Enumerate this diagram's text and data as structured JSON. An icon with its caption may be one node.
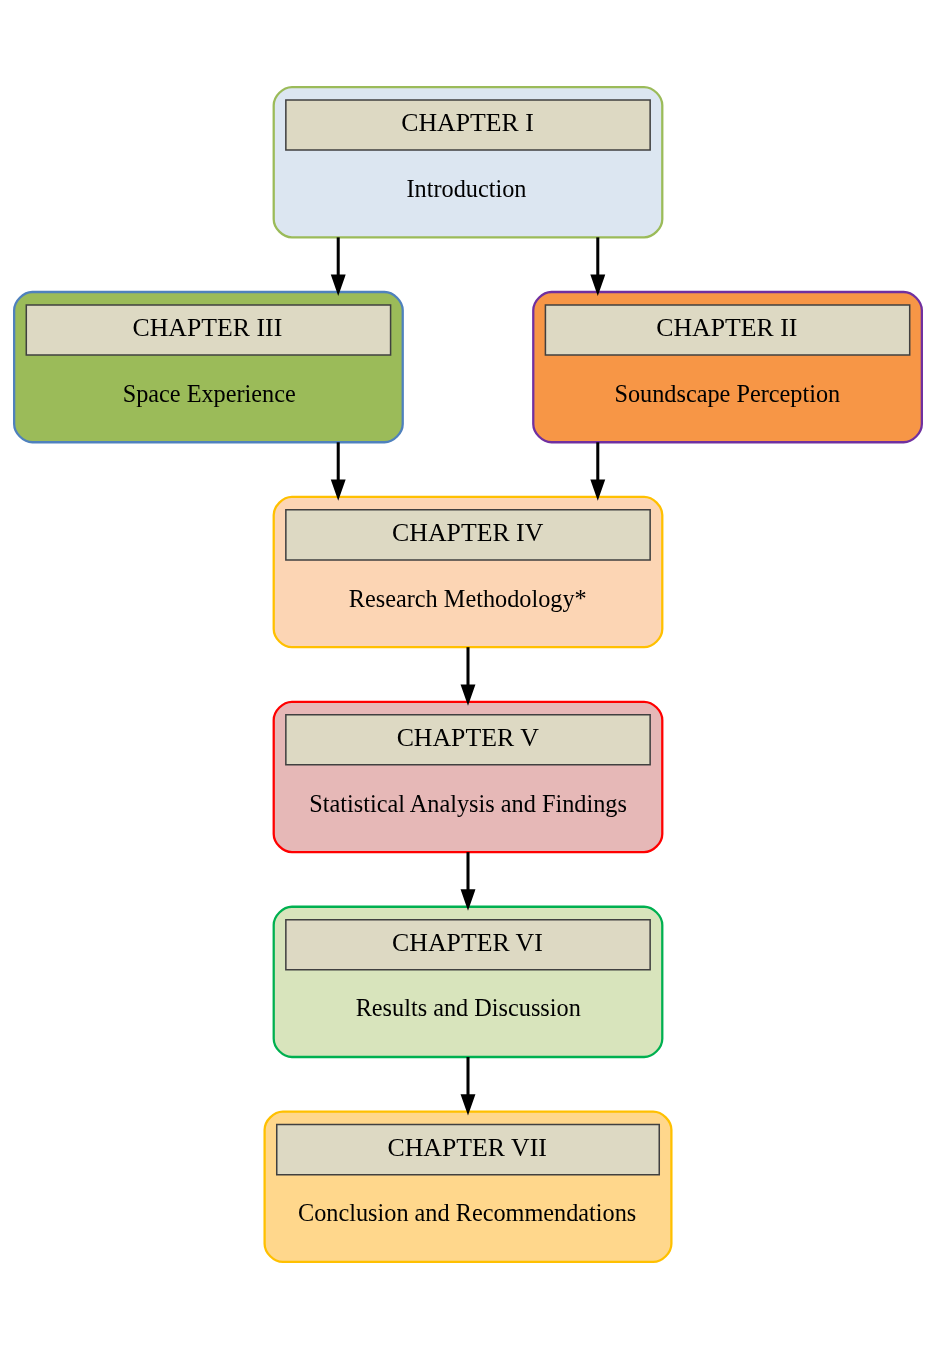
{
  "diagram": {
    "nodes": [
      {
        "text": [
          "CHAPTER I",
          "Introduction"
        ]
      },
      {
        "text": [
          "CHAPTER III",
          "Space Experience"
        ]
      },
      {
        "text": [
          "CHAPTER II",
          "Soundscape Perception"
        ]
      },
      {
        "text": [
          "CHAPTER IV",
          "Research Methodology*"
        ]
      },
      {
        "text": [
          "CHAPTER V",
          "Statistical Analysis and Findings"
        ]
      },
      {
        "text": [
          "CHAPTER VI",
          "Results and Discussion"
        ]
      },
      {
        "text": [
          "CHAPTER VII",
          "Conclusion and Recommendations"
        ]
      }
    ],
    "edges": [
      {
        "from": 0,
        "to": 1,
        "arrow": "to"
      },
      {
        "from": 0,
        "to": 2,
        "arrow": "to"
      },
      {
        "from": 1,
        "to": 3,
        "arrow": "to"
      },
      {
        "from": 2,
        "to": 3,
        "arrow": "to"
      },
      {
        "from": 3,
        "to": 4,
        "arrow": "to"
      },
      {
        "from": 4,
        "to": 5,
        "arrow": "to"
      },
      {
        "from": 5,
        "to": 6,
        "arrow": "to"
      }
    ]
  }
}
